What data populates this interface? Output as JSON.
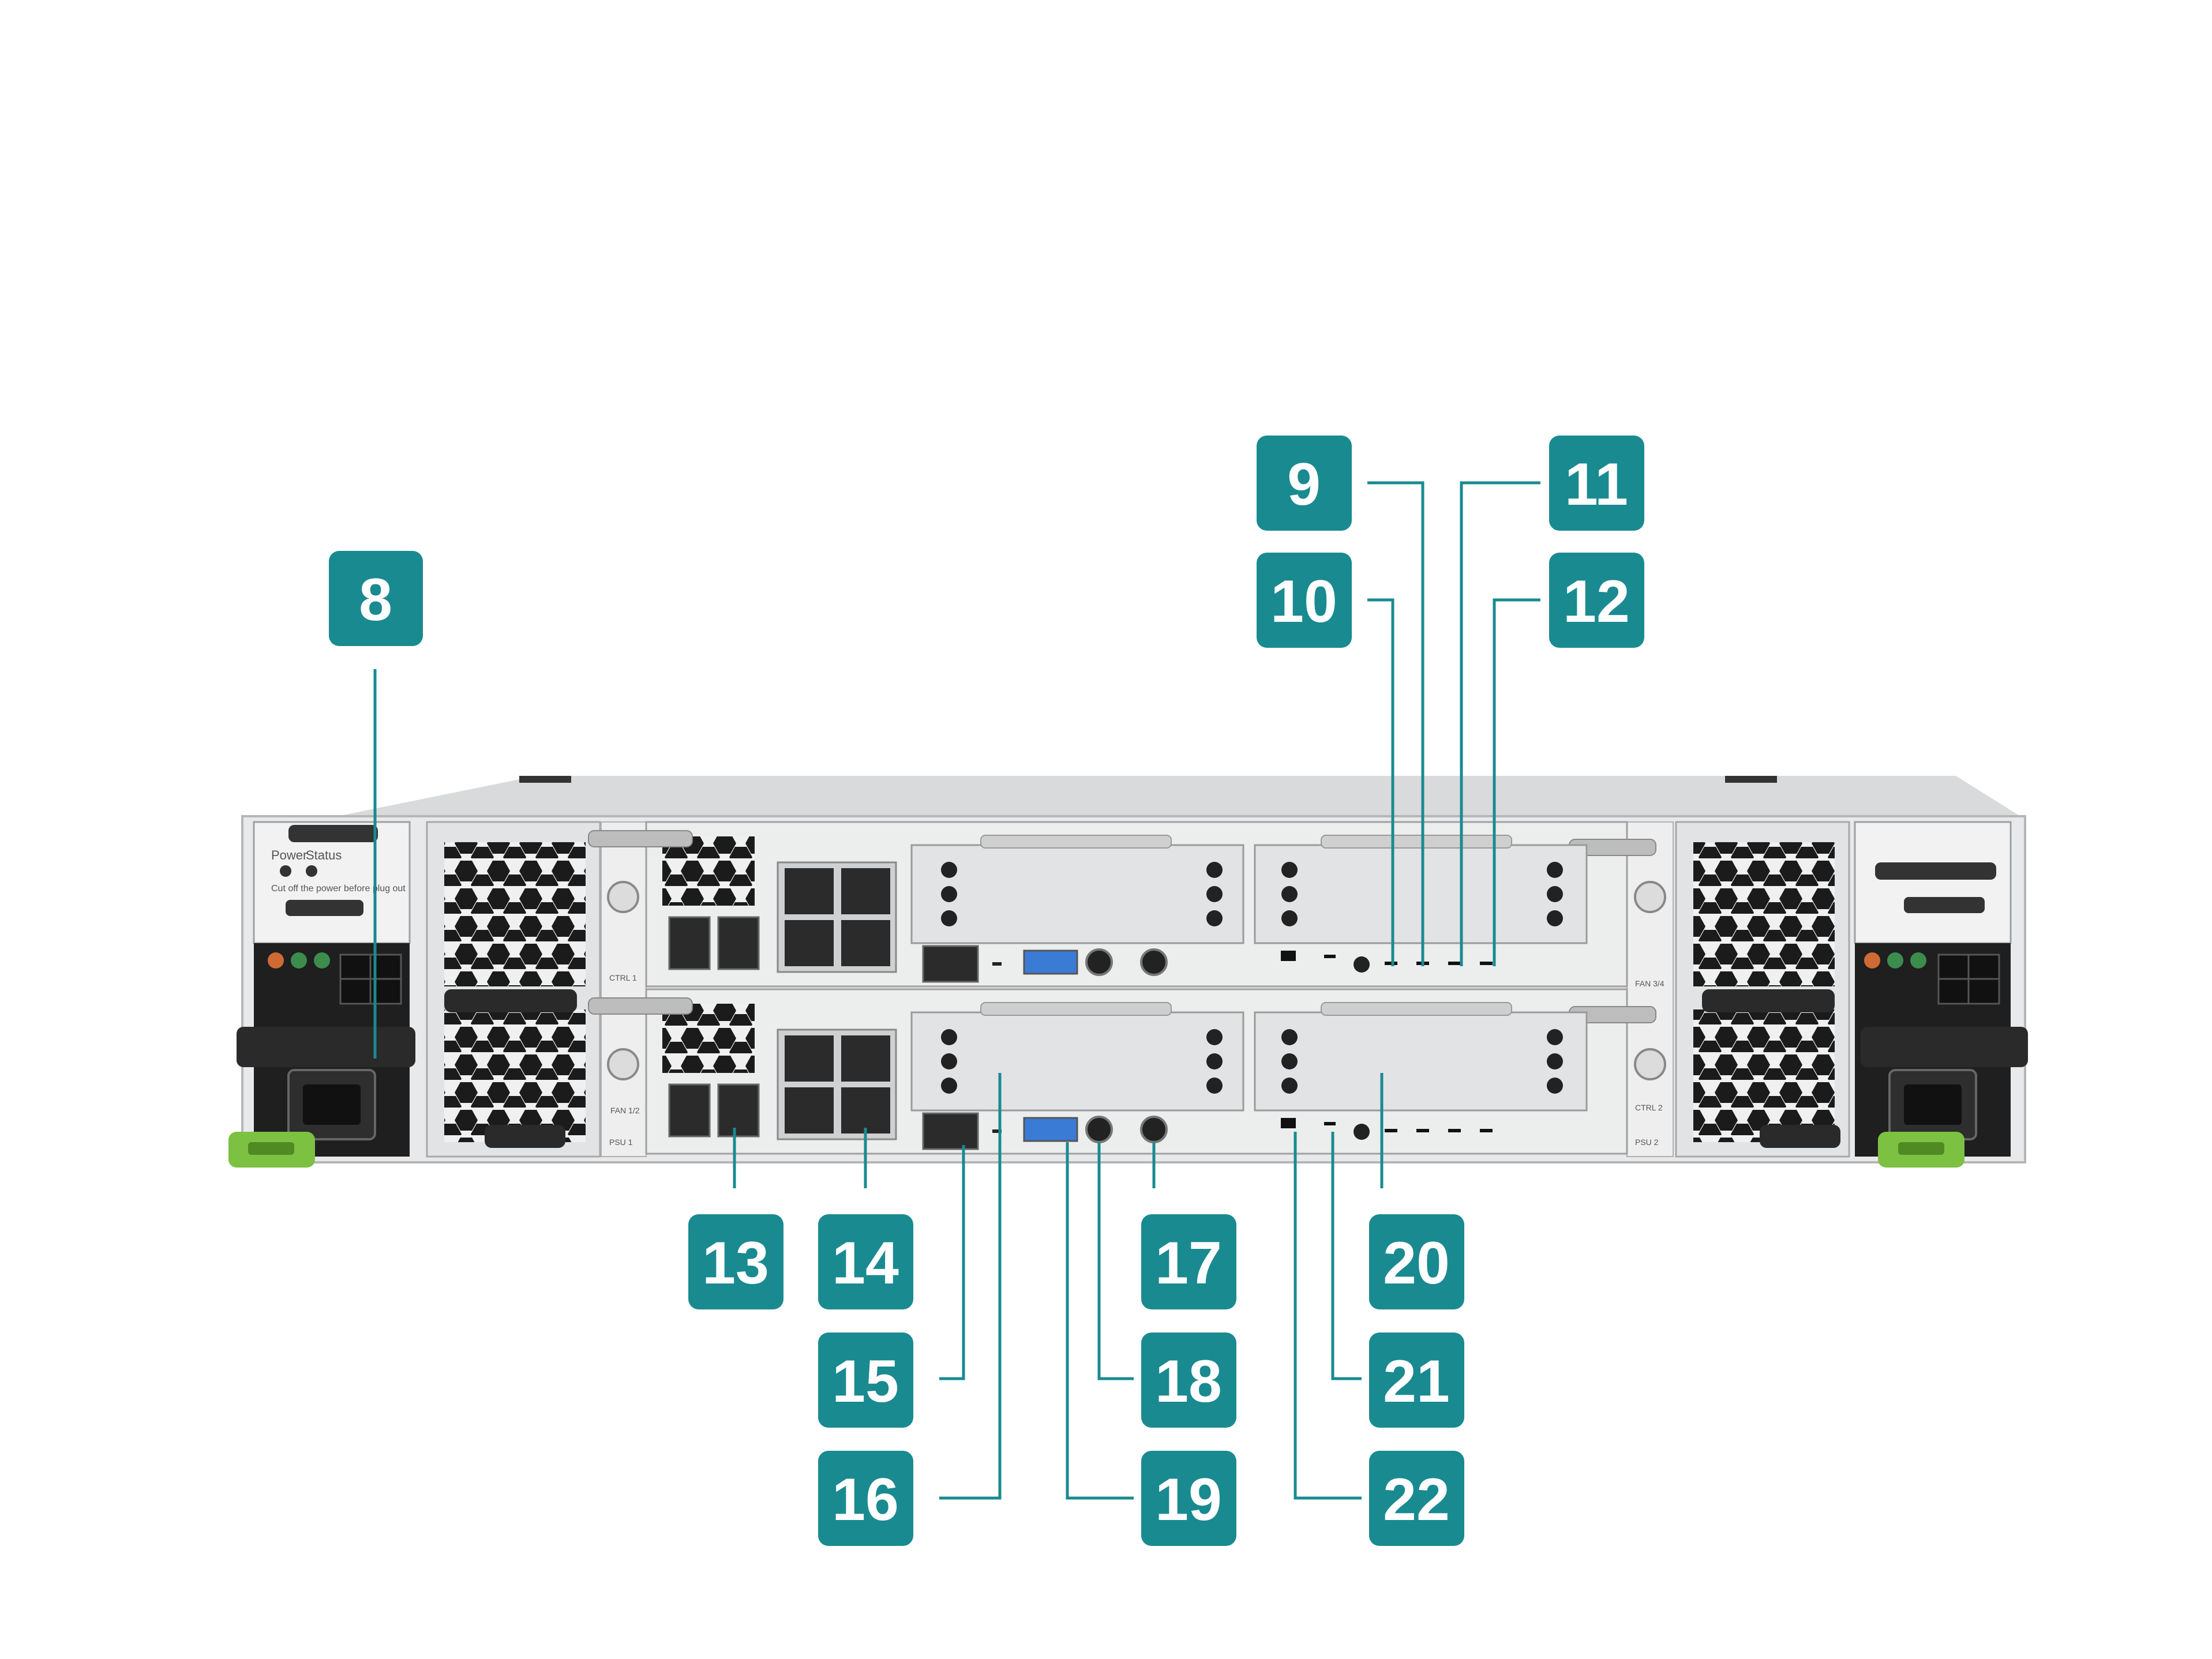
{
  "colors": {
    "badge": "#1a8a91",
    "leader": "#1a8a91",
    "chassis": "#e4e5e7",
    "chassis_dark": "#1e1e1e",
    "psu_latch": "#7cc142"
  },
  "callouts": {
    "c8": "8",
    "c9": "9",
    "c10": "10",
    "c11": "11",
    "c12": "12",
    "c13": "13",
    "c14": "14",
    "c15": "15",
    "c16": "16",
    "c17": "17",
    "c18": "18",
    "c19": "19",
    "c20": "20",
    "c21": "21",
    "c22": "22"
  },
  "device_labels": {
    "psu1_power": "Power",
    "psu1_status": "Status",
    "psu1_warning": "Cut off the power before plug out",
    "ctrl1": "CTRL 1",
    "fan12": "FAN 1/2",
    "psu1": "PSU 1",
    "fan34": "FAN 3/4",
    "ctrl2": "CTRL 2",
    "psu2": "PSU 2"
  }
}
